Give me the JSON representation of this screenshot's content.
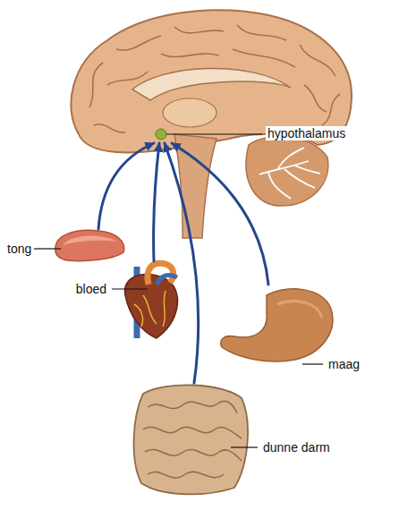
{
  "diagram": {
    "nodes": [
      {
        "text": [
          "hypothalamus"
        ]
      },
      {
        "text": [
          "tong"
        ]
      },
      {
        "text": [
          "bloed"
        ]
      },
      {
        "text": [
          "maag"
        ]
      },
      {
        "text": [
          "dunne darm"
        ]
      }
    ],
    "edges": [
      {
        "from": 1,
        "to": 0,
        "arrow": "to"
      },
      {
        "from": 2,
        "to": 0,
        "arrow": "to"
      },
      {
        "from": 3,
        "to": 0,
        "arrow": "to"
      },
      {
        "from": 4,
        "to": 0,
        "arrow": "to"
      }
    ]
  }
}
